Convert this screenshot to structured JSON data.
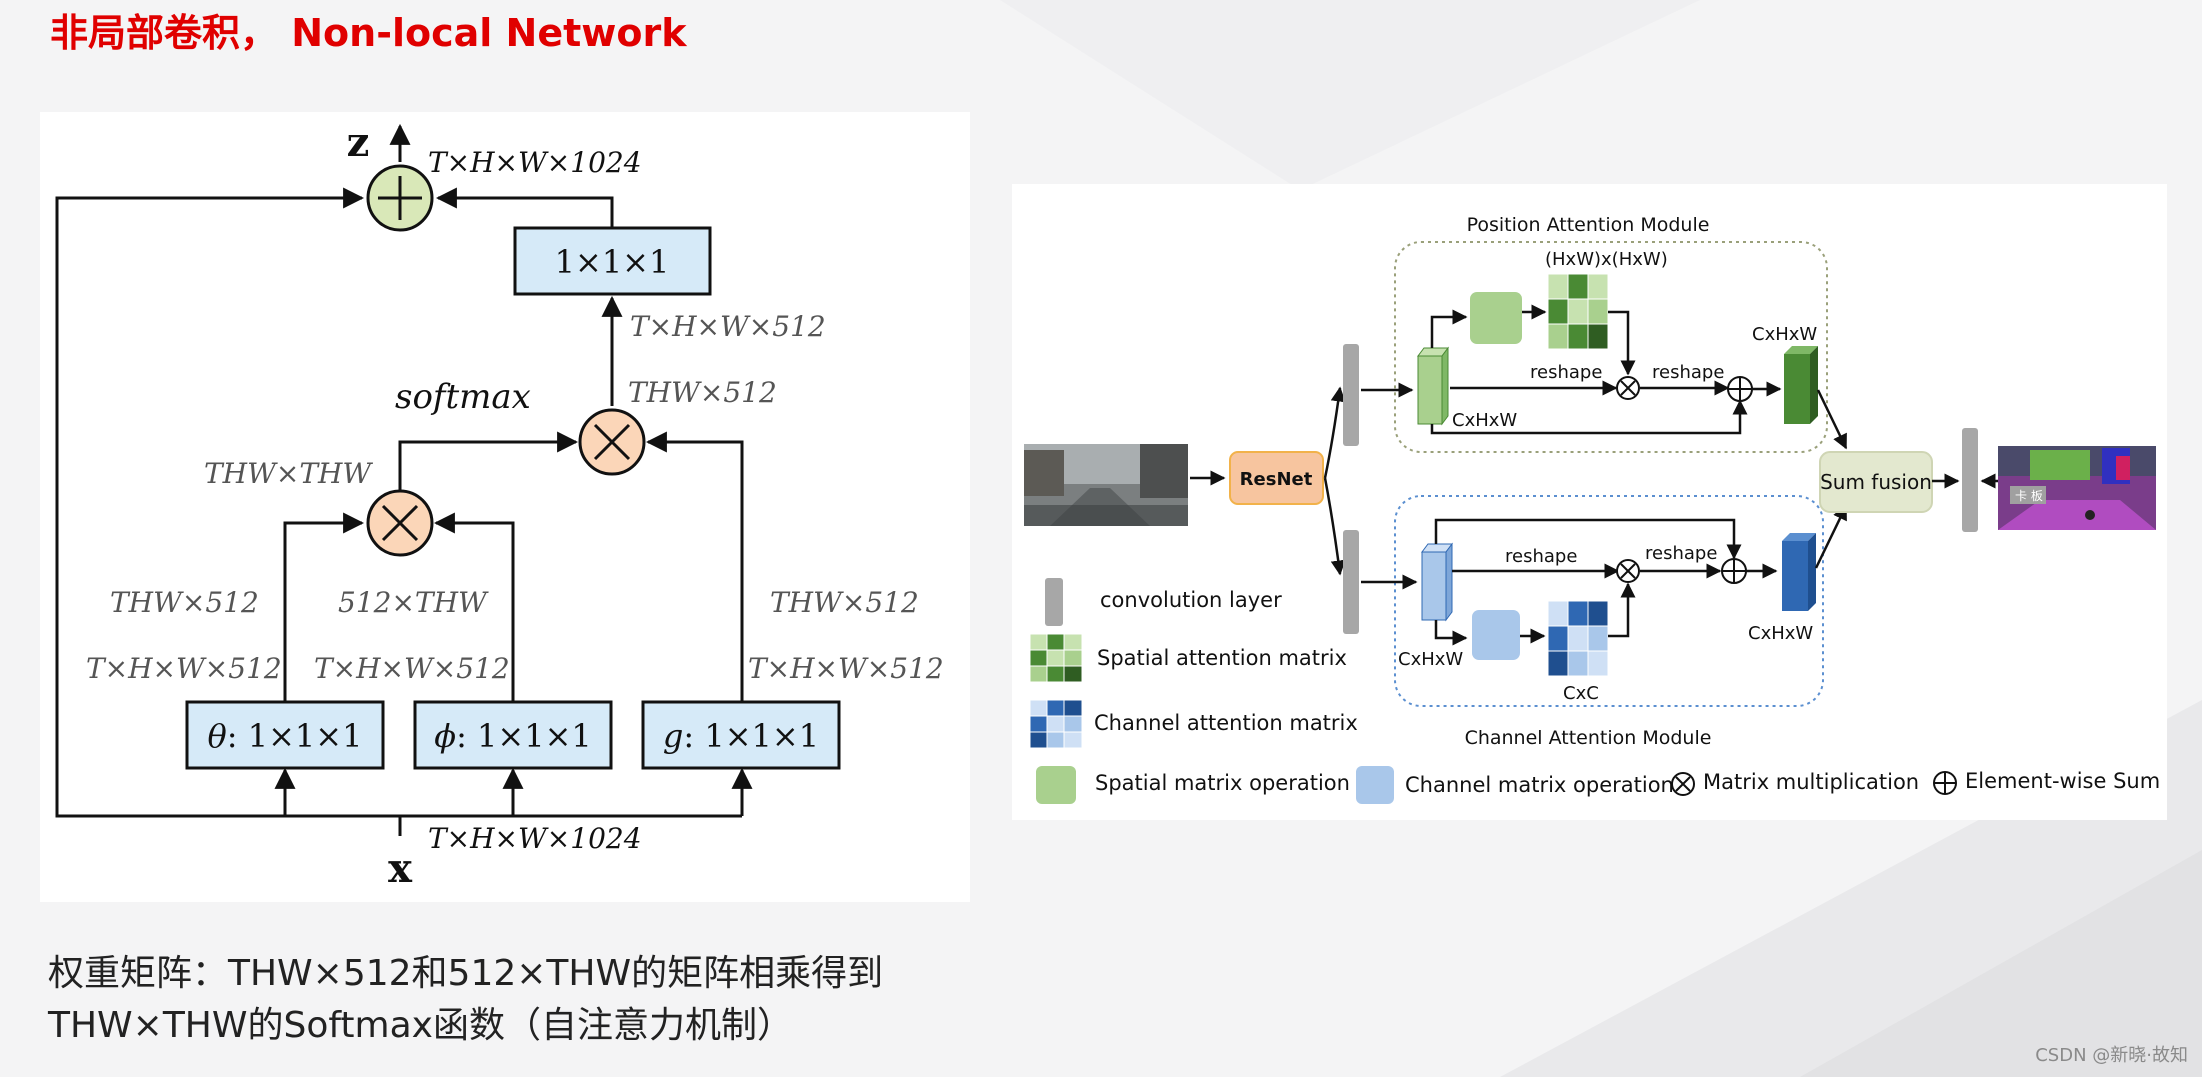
{
  "slide": {
    "title": "非局部卷积， Non-local Network",
    "caption_line1": "权重矩阵：THW×512和512×THW的矩阵相乘得到",
    "caption_line2": "THW×THW的Softmax函数（自注意力机制）",
    "watermark": "CSDN @新晓·故知"
  },
  "nonlocal": {
    "output_label": "z",
    "input_label": "x",
    "out_shape": "T×H×W×1024",
    "in_shape": "T×H×W×1024",
    "conv_out": "1×1×1",
    "shape_after_conv_in": "T×H×W×512",
    "softmax_label": "softmax",
    "thw512_right": "THW×512",
    "thw_thw": "THW×THW",
    "theta_flat": "THW×512",
    "phi_flat": "512×THW",
    "g_flat": "THW×512",
    "theta_shape": "T×H×W×512",
    "phi_shape": "T×H×W×512",
    "g_shape": "T×H×W×512",
    "theta_sym": "θ",
    "phi_sym": "ϕ",
    "g_sym": "g",
    "conv_suffix": ": 1×1×1"
  },
  "danet": {
    "pam_title": "Position Attention Module",
    "cam_title": "Channel Attention Module",
    "resnet": "ResNet",
    "hxw": "(HxW)x(HxW)",
    "cxhxw": "CxHxW",
    "cxc": "CxC",
    "reshape": "reshape",
    "sum_fusion": "Sum fusion",
    "seg_overlay": "卡 板",
    "legend_conv": "convolution layer",
    "legend_spatial_matrix": "Spatial attention matrix",
    "legend_channel_matrix": "Channel attention matrix",
    "legend_spatial_op": "Spatial matrix operation",
    "legend_channel_op": "Channel matrix operation",
    "legend_mul": "Matrix multiplication",
    "legend_sum": "Element-wise Sum",
    "colors": {
      "green_dark": "#4a8a34",
      "green_light": "#a9d08e",
      "blue_dark": "#2f68b3",
      "blue_light": "#a9c7ea",
      "resnet_fill": "#f7c59f",
      "sum_fill": "#e3e8cf",
      "conv_gray": "#a7a7a7"
    }
  }
}
